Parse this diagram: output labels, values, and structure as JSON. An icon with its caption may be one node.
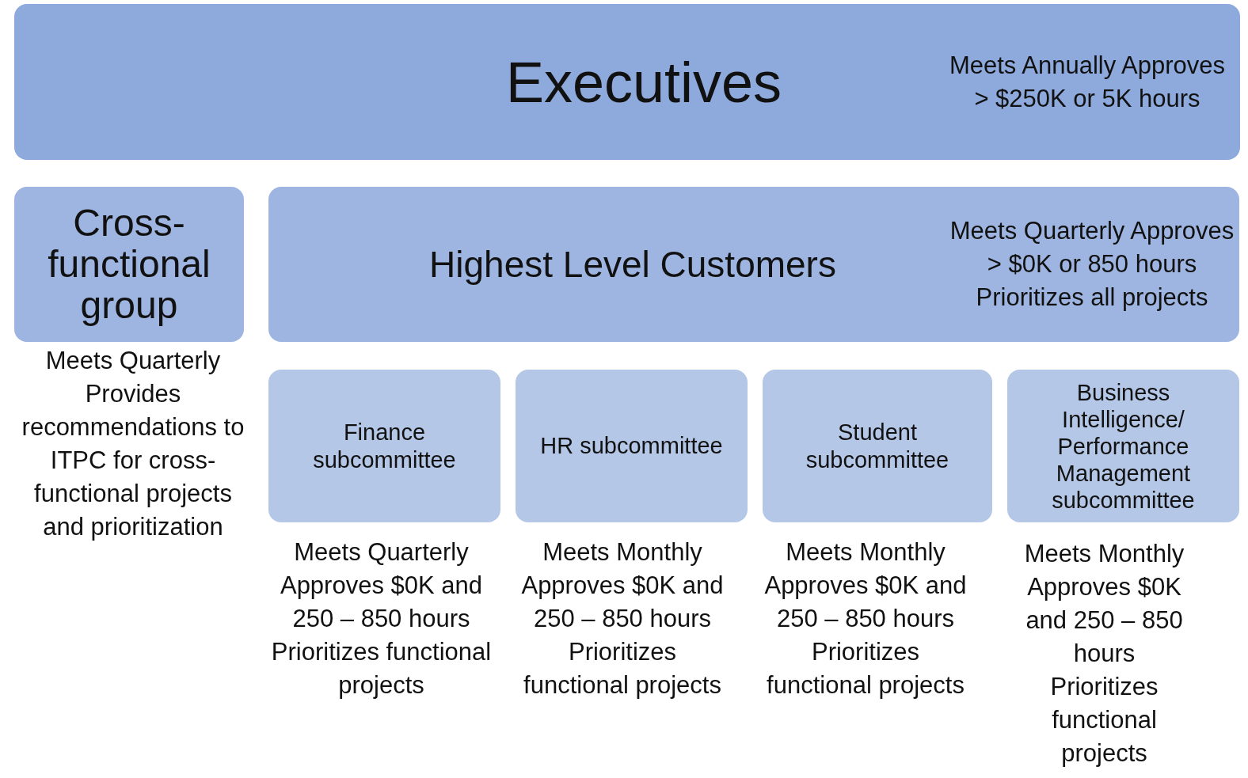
{
  "diagram": {
    "nodes": [
      {
        "text": [
          "Executives",
          "Meets Annually Approves > $250K or 5K hours"
        ]
      },
      {
        "text": [
          "Cross-functional group"
        ],
        "beside": [
          "Meets Quarterly",
          "Provides recommendations to ITPC for cross-functional projects and prioritization"
        ]
      },
      {
        "text": [
          "Highest Level Customers",
          "Meets Quarterly Approves > $0K or 850 hours",
          "Prioritizes all projects"
        ]
      },
      {
        "text": [
          "Finance subcommittee"
        ],
        "beside": [
          "Meets Quarterly",
          "Approves $0K and 250 – 850 hours",
          "Prioritizes functional projects"
        ]
      },
      {
        "text": [
          "HR subcommittee"
        ],
        "beside": [
          "Meets Monthly",
          "Approves $0K and 250 – 850 hours",
          "Prioritizes functional projects"
        ]
      },
      {
        "text": [
          "Student subcommittee"
        ],
        "beside": [
          "Meets Monthly",
          "Approves $0K and 250 – 850 hours",
          "Prioritizes functional projects"
        ]
      },
      {
        "text": [
          "Business Intelligence/ Performance Management subcommittee"
        ],
        "beside": [
          "Meets Monthly",
          "Approves $0K and 250 – 850 hours",
          "Prioritizes functional projects"
        ]
      }
    ],
    "edges": []
  }
}
